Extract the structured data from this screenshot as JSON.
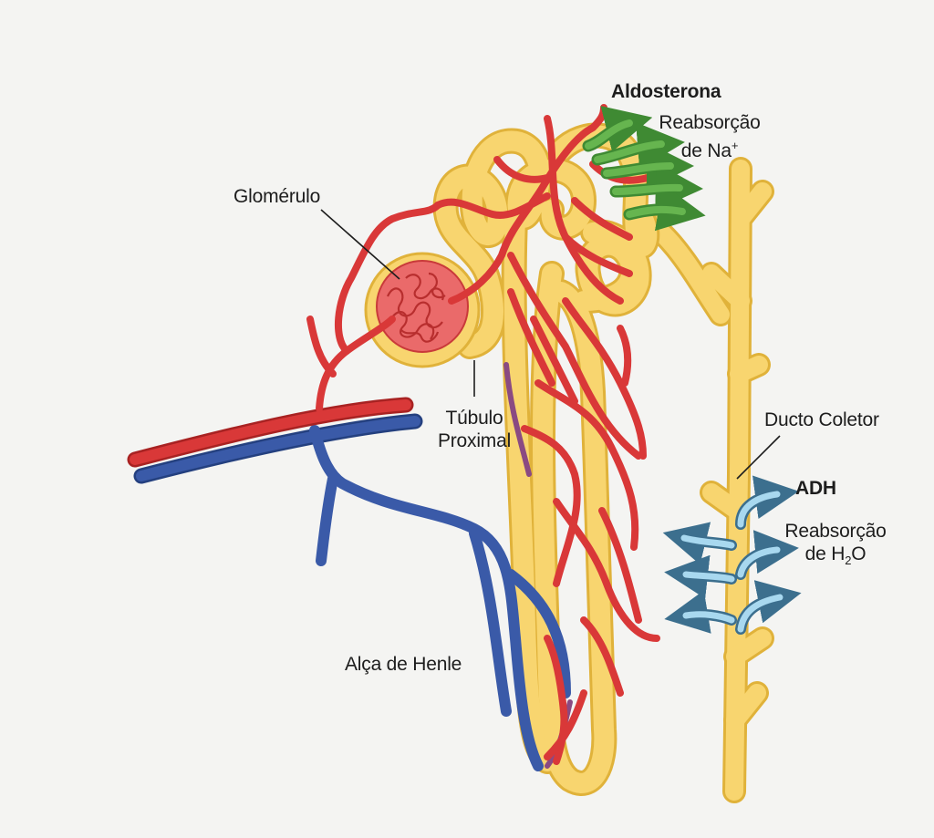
{
  "labels": {
    "glomerulo": "Glomérulo",
    "aldosterona": "Aldosterona",
    "reabs_na_line1": "Reabsorção",
    "reabs_na_line2_prefix": "de Na",
    "reabs_na_sup": "+",
    "tubulo_line1": "Túbulo",
    "tubulo_line2": "Proximal",
    "ducto_coletor": "Ducto Coletor",
    "adh": "ADH",
    "reabs_h2o_line1": "Reabsorção",
    "reabs_h2o_line2_prefix": "de H",
    "reabs_h2o_sub": "2",
    "reabs_h2o_suffix": "O",
    "alca_henle": "Alça de Henle"
  },
  "colors": {
    "artery": "#d93838",
    "vein": "#3a5aa8",
    "tubule": "#f8d56f",
    "tubule_edge": "#e0b23a",
    "sodium_arrows": "#5aa847",
    "water_arrows": "#a8d8ef",
    "glomerulus": "#ea6a6a"
  }
}
